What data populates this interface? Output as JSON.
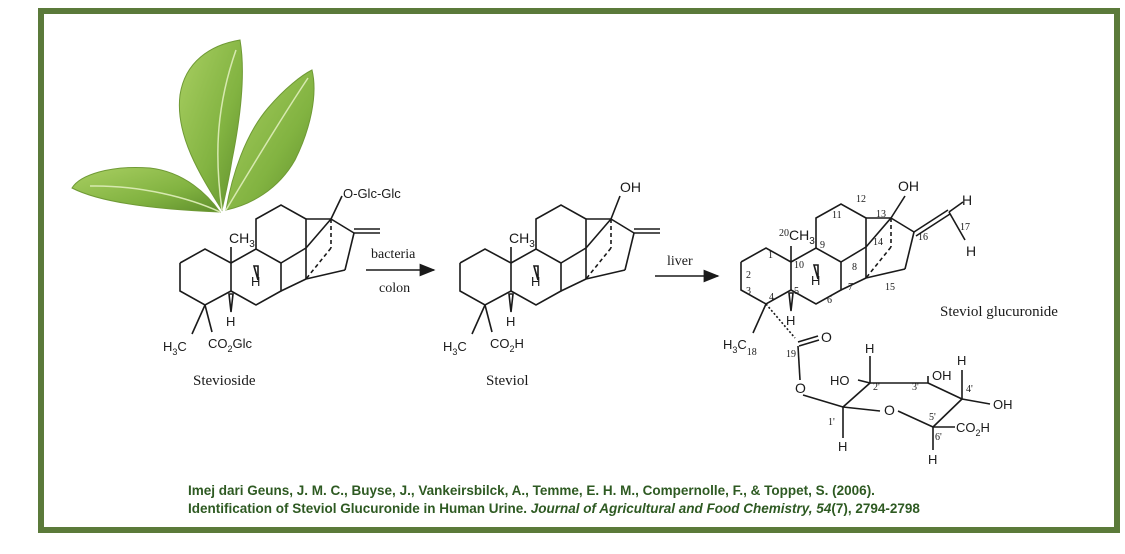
{
  "compounds": {
    "stevioside": {
      "name": "Stevioside",
      "substituent_top": "O-Glc-Glc",
      "methyl": "CH",
      "methyl_sub": "3",
      "h_label": "H",
      "h3c": "H",
      "h3c_sub": "3",
      "h3c_c": "C",
      "ester": "CO",
      "ester_sub": "2",
      "ester_tail": "Glc"
    },
    "steviol": {
      "name": "Steviol",
      "oh": "OH",
      "methyl": "CH",
      "methyl_sub": "3",
      "h_label": "H",
      "h3c": "H",
      "h3c_sub": "3",
      "h3c_c": "C",
      "acid": "CO",
      "acid_sub": "2",
      "acid_tail": "H"
    },
    "steviol_glucuronide": {
      "name": "Steviol glucuronide",
      "oh": "OH",
      "methyl_prefix": "20",
      "methyl": "CH",
      "methyl_sub": "3",
      "h_label": "H",
      "h3c": "H",
      "h3c_c": "C",
      "h3c_sub": "18",
      "carbonyl_o": "O",
      "ester_o": "O",
      "ring_o": "O",
      "sugar_ho": "HO",
      "sugar_oh1": "OH",
      "sugar_oh2": "OH",
      "sugar_h": "H",
      "sugar_acid": "CO",
      "sugar_acid_sub": "2",
      "sugar_acid_tail": "H",
      "vinyl_h": "H",
      "numbers": [
        "1",
        "2",
        "3",
        "4",
        "5",
        "6",
        "7",
        "8",
        "9",
        "10",
        "11",
        "12",
        "13",
        "14",
        "15",
        "16",
        "17",
        "19",
        "1'",
        "2'",
        "3'",
        "4'",
        "5'",
        "6'"
      ]
    }
  },
  "arrows": {
    "step1_top": "bacteria",
    "step1_bottom": "colon",
    "step2_top": "liver"
  },
  "citation": {
    "line1": "Imej dari Geuns, J. M. C., Buyse, J., Vankeirsbilck, A., Temme, E. H. M., Compernolle, F., & Toppet, S. (2006).",
    "line2_plain": "Identification of Steviol Glucuronide in Human Urine. ",
    "journal": "Journal of Agricultural and Food Chemistry, 54",
    "issue": "(7), 2794-2798"
  },
  "colors": {
    "frame": "#5b7a3a",
    "citation_text": "#2e5a22",
    "leaf": "#8dbb4a"
  },
  "icons": [
    "stevia-leaf-image"
  ]
}
